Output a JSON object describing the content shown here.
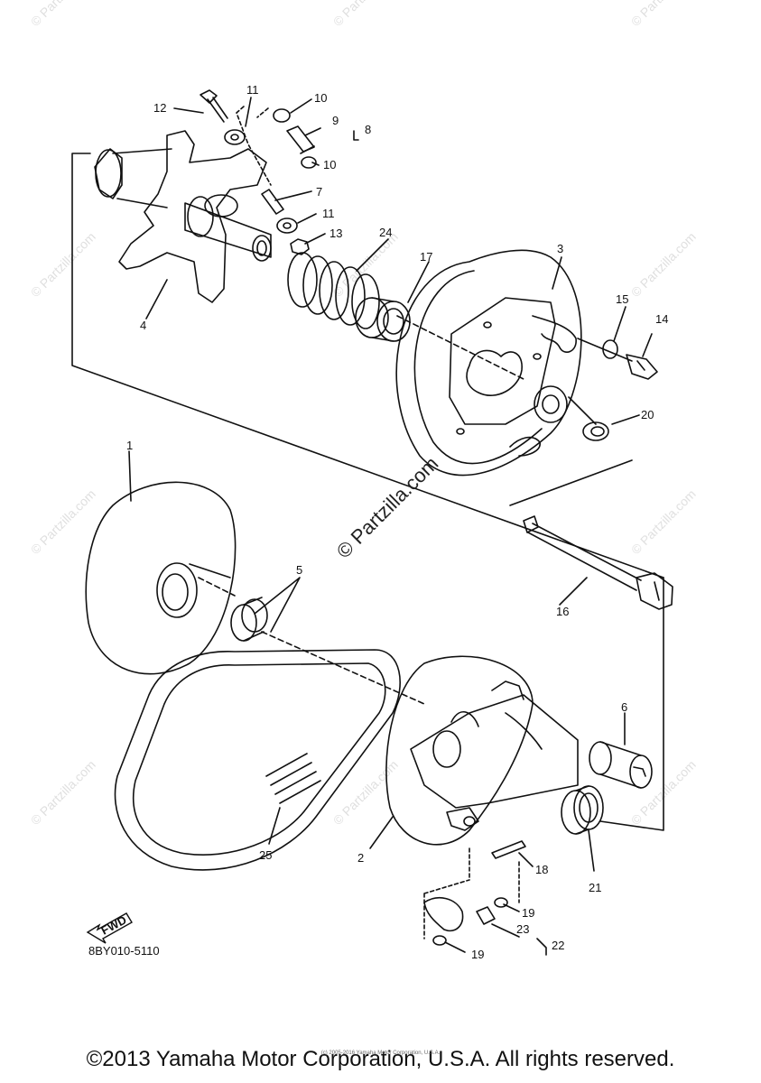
{
  "diagram": {
    "code": "8BY010-5110",
    "fwd_label": "FWD",
    "watermark_main": "© Partzilla.com",
    "watermark_repeat": "© Partzilla.com",
    "part_labels": {
      "p1": "1",
      "p2": "2",
      "p3": "3",
      "p4": "4",
      "p5": "5",
      "p6": "6",
      "p7": "7",
      "p8": "8",
      "p9": "9",
      "p10a": "10",
      "p10b": "10",
      "p11a": "11",
      "p11b": "11",
      "p12": "12",
      "p13": "13",
      "p14": "14",
      "p15": "15",
      "p16": "16",
      "p17": "17",
      "p18": "18",
      "p19a": "19",
      "p19b": "19",
      "p20": "20",
      "p21": "21",
      "p22": "22",
      "p23": "23",
      "p24": "24",
      "p25": "25"
    }
  },
  "footer": {
    "copyright": "©2013 Yamaha Motor Corporation, U.S.A. All rights reserved.",
    "small_credit": "(c) 2005-2016 Yamaha Motor Corporation, U.S.A."
  }
}
